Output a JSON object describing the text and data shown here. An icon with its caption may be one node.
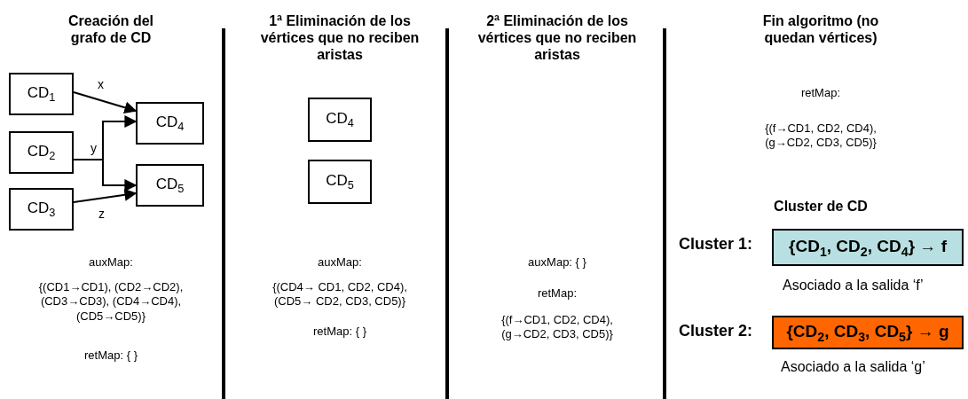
{
  "diagram": {
    "nodes": [
      {
        "text": [
          "CD$_{1}$"
        ]
      },
      {
        "text": [
          "CD$_{2}$"
        ]
      },
      {
        "text": [
          "CD$_{3}$"
        ]
      },
      {
        "text": [
          "CD$_{4}$"
        ]
      },
      {
        "text": [
          "CD$_{5}$"
        ]
      },
      {
        "text": [
          "CD$_{4}$"
        ]
      },
      {
        "text": [
          "CD$_{5}$"
        ]
      },
      {
        "text": [
          "{CD$_{1}$, CD$_{2}$, CD$_{4}$} → f"
        ],
        "beside": [
          "Cluster 1:",
          "Asociado a la salida ‘f’"
        ]
      },
      {
        "text": [
          "{CD$_{2}$, CD$_{3}$, CD$_{5}$} → g"
        ],
        "beside": [
          "Cluster 2:",
          "Asociado a la salida ‘g’"
        ]
      }
    ],
    "edges": [
      {
        "from": 0,
        "to": 3,
        "arrow": "to",
        "label": "x"
      },
      {
        "from": 1,
        "to": 3,
        "arrow": "to",
        "label": "y"
      },
      {
        "from": 1,
        "to": 4,
        "arrow": "to"
      },
      {
        "from": 2,
        "to": 4,
        "arrow": "to",
        "label": "z"
      }
    ],
    "labels": [
      "Creación del grafo de CD",
      "1ª Eliminación de los vértices que no reciben aristas",
      "2ª Eliminación de los vértices que no reciben aristas",
      "Fin algoritmo (no quedan vértices)",
      "auxMap:",
      "{(CD1→CD1), (CD2→CD2), (CD3→CD3), (CD4→CD4), (CD5→CD5)}",
      "retMap: { }",
      "auxMap:",
      "{(CD4→ CD1, CD2, CD4), (CD5→ CD2, CD3, CD5)}",
      "retMap: { }",
      "auxMap: { }",
      "retMap:",
      "{(f→CD1, CD2, CD4), (g→CD2, CD3, CD5)}",
      "retMap:",
      "{(f→CD1, CD2, CD4), (g→CD2, CD3, CD5)}",
      "Cluster de CD"
    ]
  }
}
